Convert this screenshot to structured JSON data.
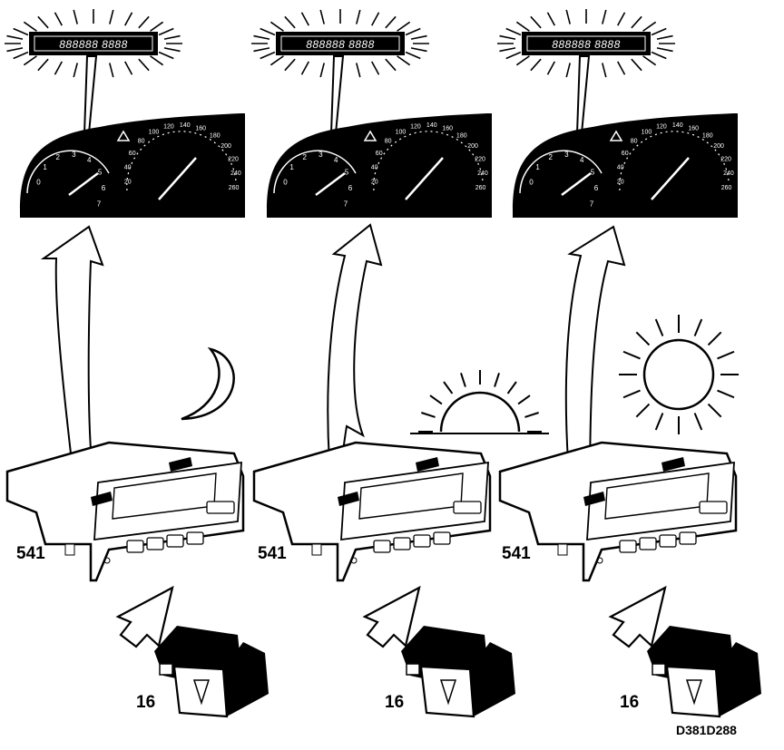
{
  "figure_id": "D381D288",
  "panels": [
    {
      "condition": "night",
      "condition_icon": "moon-icon",
      "unit_label": "541",
      "switch_label": "16",
      "display_segments": "888888 8888",
      "speed_ticks": [
        "20",
        "40",
        "60",
        "80",
        "100",
        "120",
        "140",
        "160",
        "180",
        "200",
        "220",
        "240",
        "260"
      ],
      "rpm_ticks": [
        "0",
        "1",
        "2",
        "3",
        "4",
        "5",
        "6",
        "7"
      ]
    },
    {
      "condition": "dusk",
      "condition_icon": "sunset-icon",
      "unit_label": "541",
      "switch_label": "16",
      "display_segments": "888888 8888",
      "speed_ticks": [
        "20",
        "40",
        "60",
        "80",
        "100",
        "120",
        "140",
        "160",
        "180",
        "200",
        "220",
        "240",
        "260"
      ],
      "rpm_ticks": [
        "0",
        "1",
        "2",
        "3",
        "4",
        "5",
        "6",
        "7"
      ]
    },
    {
      "condition": "day",
      "condition_icon": "sun-icon",
      "unit_label": "541",
      "switch_label": "16",
      "display_segments": "888888 8888",
      "speed_ticks": [
        "20",
        "40",
        "60",
        "80",
        "100",
        "120",
        "140",
        "160",
        "180",
        "200",
        "220",
        "240",
        "260"
      ],
      "rpm_ticks": [
        "0",
        "1",
        "2",
        "3",
        "4",
        "5",
        "6",
        "7"
      ]
    }
  ]
}
